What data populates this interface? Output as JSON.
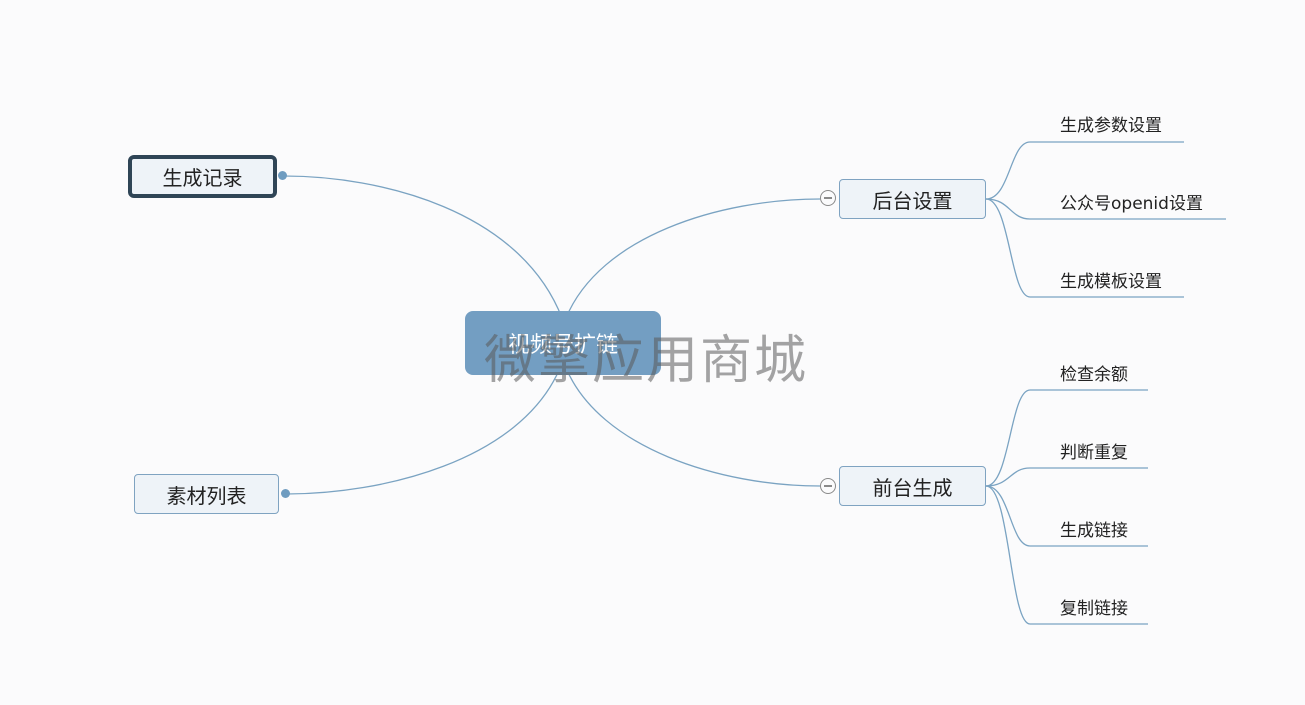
{
  "mindmap": {
    "root": "视频号扩链",
    "left": [
      {
        "label": "生成记录"
      },
      {
        "label": "素材列表"
      }
    ],
    "right": [
      {
        "label": "后台设置",
        "children": [
          "生成参数设置",
          "公众号openid设置",
          "生成模板设置"
        ]
      },
      {
        "label": "前台生成",
        "children": [
          "检查余额",
          "判断重复",
          "生成链接",
          "复制链接"
        ]
      }
    ]
  },
  "watermark": "微擎应用商城",
  "colors": {
    "link": "#7aa3c2",
    "root_fill": "#739ec2",
    "node_fill": "#eef3f8",
    "selected_border": "#2f4556"
  }
}
